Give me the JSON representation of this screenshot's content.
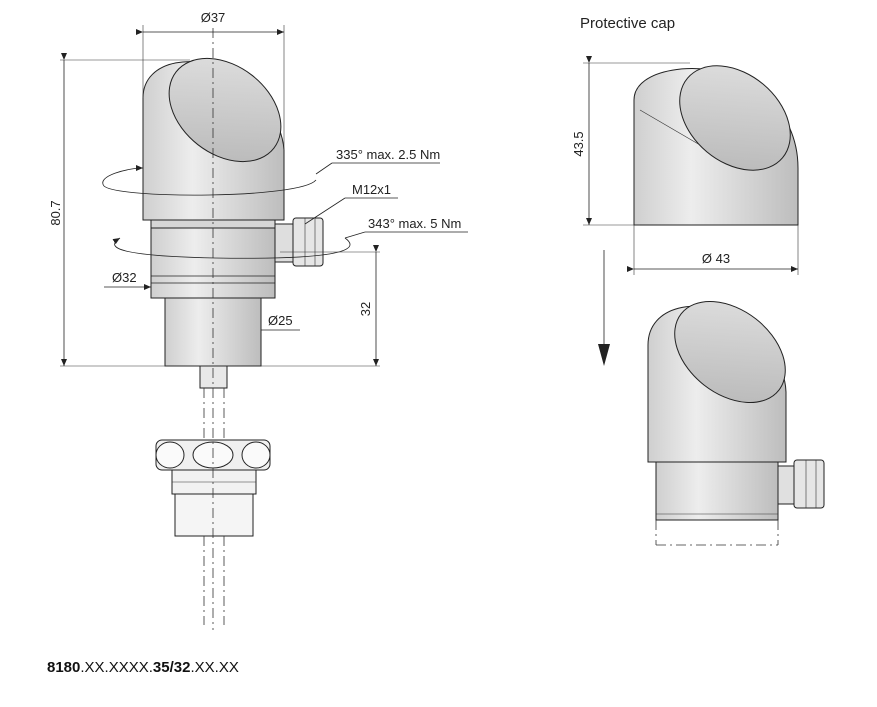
{
  "dimensions": {
    "top_diameter": "Ø37",
    "height": "80.7",
    "rotation_head": "335° max. 2.5 Nm",
    "connector": "M12x1",
    "rotation_connector": "343° max. 5 Nm",
    "ring_diameter": "Ø32",
    "shaft_diameter": "Ø25",
    "lower_height": "32"
  },
  "cap": {
    "title": "Protective cap",
    "height": "43.5",
    "diameter": "Ø 43"
  },
  "order_code": {
    "p1": "8180",
    "p2": ".XX.XXXX.",
    "p3": "35/32",
    "p4": ".XX.XX"
  }
}
